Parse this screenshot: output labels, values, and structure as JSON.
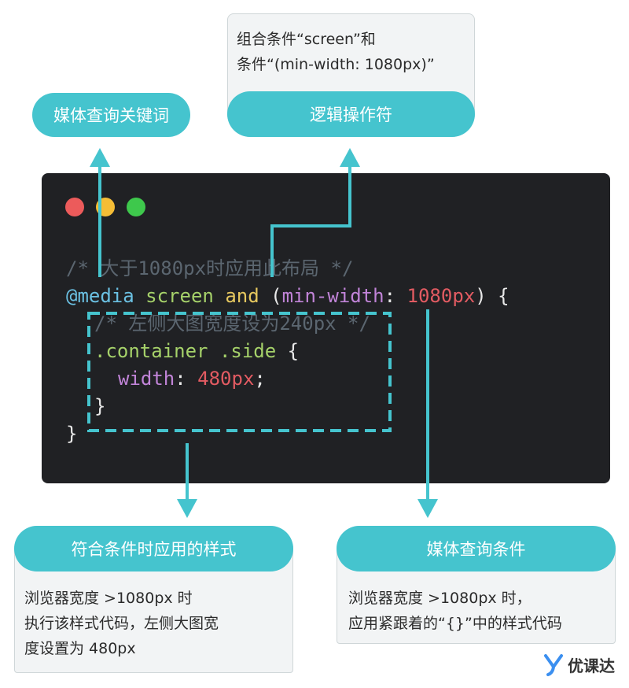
{
  "labels": {
    "media_keyword": "媒体查询关键词",
    "logic_operator": "逻辑操作符",
    "style_applied": "符合条件时应用的样式",
    "media_condition": "媒体查询条件"
  },
  "notes": {
    "operator_line1": "组合条件“screen”和",
    "operator_line2": "条件“(min-width: 1080px)”",
    "style_line1": "浏览器宽度 >1080px 时",
    "style_line2": "执行该样式代码，左侧大图宽",
    "style_line3": "度设置为 480px",
    "condition_line1": "浏览器宽度 >1080px 时，",
    "condition_line2": "应用紧跟着的“{}”中的样式代码"
  },
  "window_dots": {
    "close": "#ec5b5b",
    "minimize": "#f5bd36",
    "maximize": "#3ec84c"
  },
  "code": {
    "comment1": "/* 大于1080px时应用此布局 */",
    "at_media": "@media",
    "screen": "screen",
    "and": "and",
    "paren_open": "(",
    "min_width": "min-width",
    "colon": ":",
    "value_1080": "1080px",
    "paren_close_brace": ") {",
    "comment2": "/* 左侧大图宽度设为240px */",
    "selector": ".container .side",
    "brace_open": "{",
    "prop_width": "width",
    "value_480": "480px",
    "semicolon": ";",
    "brace_close_inner": "}",
    "brace_close_outer": "}"
  },
  "logo": {
    "text": "优课达"
  },
  "colors": {
    "accent": "#45c4ce",
    "code_bg": "#202124",
    "card_bg": "#f2f4f5"
  }
}
